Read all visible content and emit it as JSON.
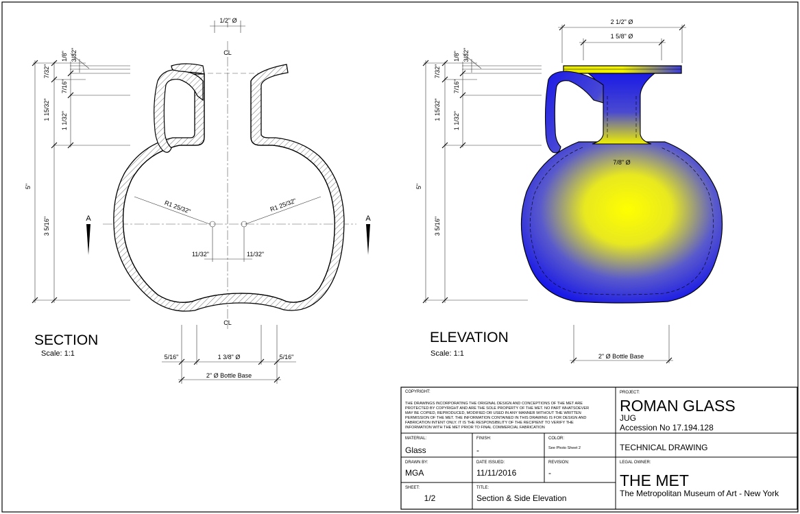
{
  "section": {
    "title": "SECTION",
    "scale": "Scale: 1:1",
    "top_opening": "1/2\" Ø",
    "rim_a": "1/8\"",
    "rim_b": "3/32\"",
    "lip": "7/32\"",
    "neck_top": "7/16\"",
    "neck_total": "1 15/32\"",
    "neck": "1 1/32\"",
    "overall": "5\"",
    "body": "3 5/16\"",
    "radius_left": "R1 25/32\"",
    "radius_right": "R1 25/32\"",
    "offset_left": "11/32\"",
    "offset_right": "11/32\"",
    "base_side_left": "5/16\"",
    "base_inner": "1 3/8\" Ø",
    "base_side_right": "5/16\"",
    "bottle_base": "2\" Ø Bottle Base",
    "section_mark_left": "A",
    "section_mark_right": "A",
    "centerline": "CL"
  },
  "elevation": {
    "title": "ELEVATION",
    "scale": "Scale: 1:1",
    "rim_diameter": "2 1/2\" Ø",
    "mouth_diameter": "1 5/8\" Ø",
    "neck_diameter": "7/8\" Ø",
    "rim_a": "1/8\"",
    "rim_b": "3/32\"",
    "lip": "7/32\"",
    "neck_top": "7/16\"",
    "neck_total": "1 15/32\"",
    "neck": "1 1/32\"",
    "overall": "5\"",
    "body": "3 5/16\"",
    "bottle_base": "2\" Ø Bottle Base",
    "colors": {
      "glass_blue": "#1a1ae6",
      "glass_yellow": "#ffff00"
    }
  },
  "title_block": {
    "copyright_label": "COPYRIGHT:",
    "copyright_lines": [
      "THE DRAWINGS INCORPORATING THE ORIGINAL DESIGN AND CONCEPTIONS OF THE MET ARE",
      "PROTECTED BY COPYRIGHT AND ARE THE SOLE PROPERTY OF THE MET.  NO PART WHATSOEVER",
      "MAY BE COPIED, REPRODUCED, MODIFIED OR USED IN ANY MANNER WITHOUT THE WRITTEN",
      "PERMISSION OF THE MET.  THE INFORMATION CONTAINED IN THIS DRAWING IS FOR DESIGN AND",
      "FABRICATION INTENT ONLY.  IT IS THE RESPONSIBILITY OF THE RECIPIENT TO VERIFY THE",
      "INFORMATION WITH THE MET PRIOR TO FINAL COMMERCIAL FABRICATION"
    ],
    "project_label": "PROJECT:",
    "project_name": "ROMAN GLASS",
    "project_sub": "JUG",
    "accession": "Accession No 17.194.128",
    "material_label": "MATERIAL:",
    "material": "Glass",
    "finish_label": "FINISH:",
    "finish": "-",
    "color_label": "COLOR:",
    "color": "See Photo Sheet 2",
    "drawing_type": "TECHNICAL DRAWING",
    "drawn_by_label": "DRAWN BY:",
    "drawn_by": "MGA",
    "date_label": "DATE ISSUED:",
    "date": "11/11/2016",
    "revision_label": "REVISION:",
    "revision": "-",
    "legal_owner_label": "LEGAL OWNER:",
    "legal_owner": "THE MET",
    "legal_owner_full": "The Metropolitan Museum of Art - New York",
    "sheet_label": "SHEET:",
    "sheet": "1/2",
    "title_label": "TITLE:",
    "title": "Section & Side Elevation"
  }
}
